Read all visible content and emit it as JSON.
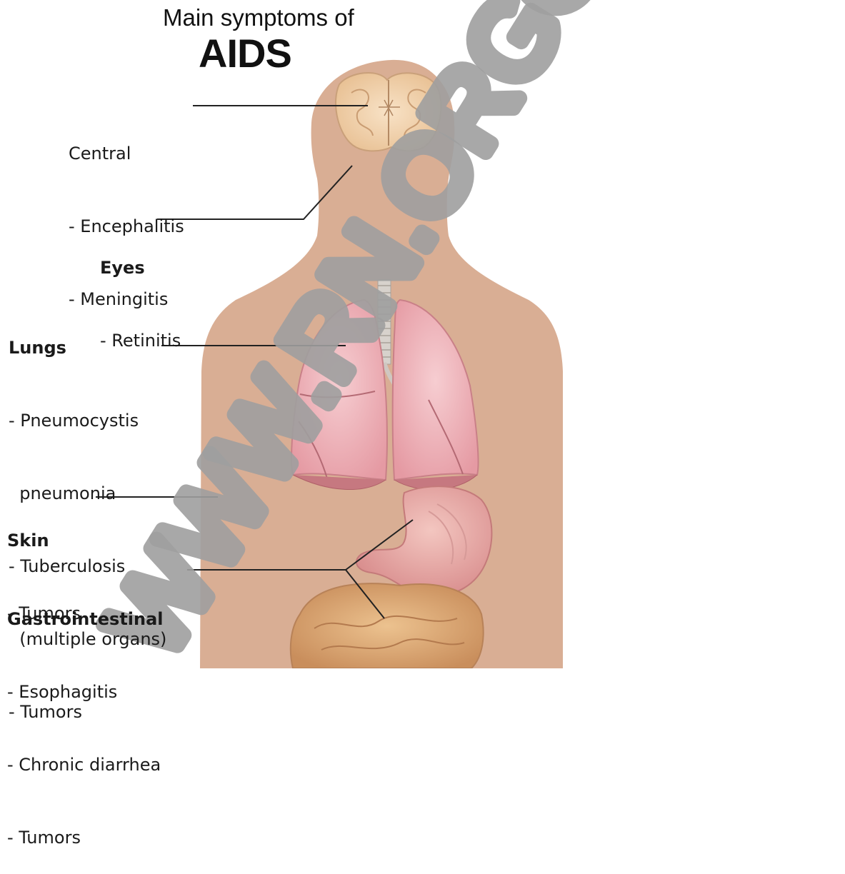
{
  "title": {
    "line1": "Main symptoms of",
    "line2": "AIDS"
  },
  "labels": {
    "central": {
      "heading": "Central",
      "items": [
        "- Encephalitis",
        "- Meningitis"
      ]
    },
    "eyes": {
      "heading": "Eyes",
      "items": [
        "- Retinitis"
      ]
    },
    "lungs": {
      "heading": "Lungs",
      "items": [
        "- Pneumocystis",
        "  pneumonia",
        "- Tuberculosis",
        "  (multiple organs)",
        "- Tumors"
      ]
    },
    "skin": {
      "heading": "Skin",
      "items": [
        "- Tumors"
      ]
    },
    "gastro": {
      "heading": "Gastrointestinal",
      "items": [
        "- Esophagitis",
        "- Chronic diarrhea",
        "- Tumors"
      ]
    }
  },
  "watermark": {
    "text": "WWW.RN.ORG®",
    "color": "#9e9e9e"
  },
  "colors": {
    "skin": "#d9ae94",
    "lung": "#eaa6ad",
    "lung_dark": "#c98088",
    "brain": "#f0d2ae",
    "stomach": "#e8a8a4",
    "intestine": "#dcaa78",
    "leader": "#222222"
  }
}
